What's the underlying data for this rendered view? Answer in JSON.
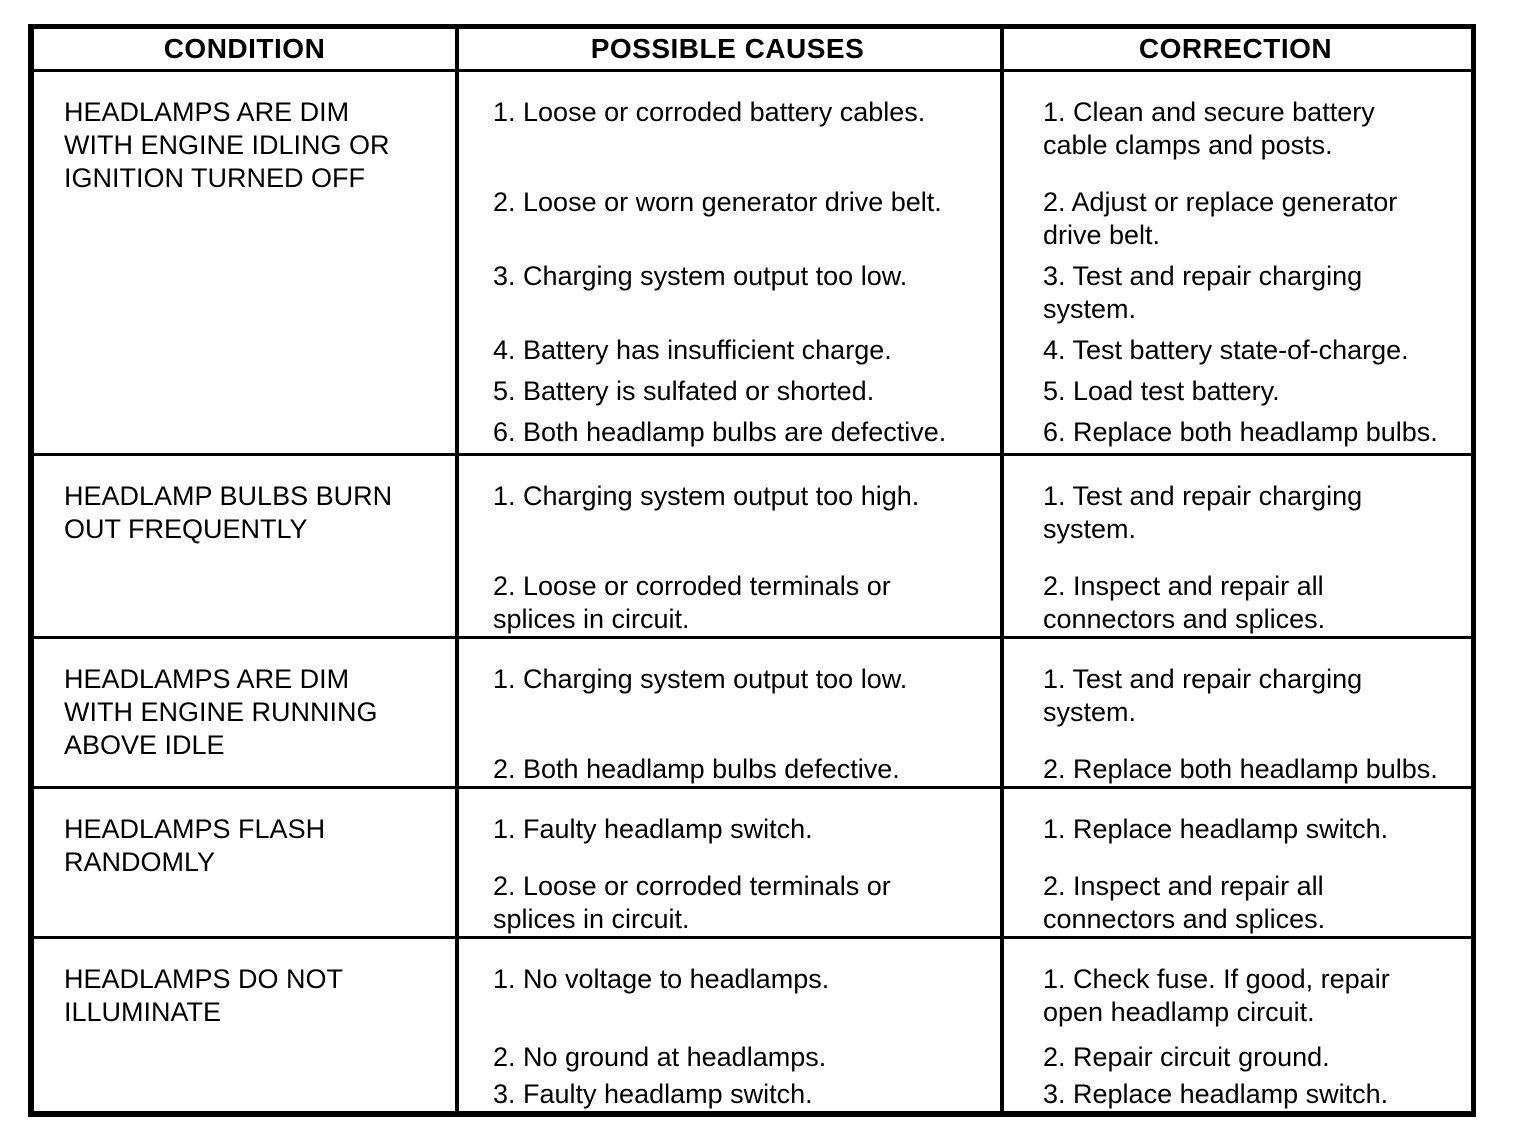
{
  "page": {
    "background": "#ffffff",
    "text_color": "#000000",
    "border_color": "#000000"
  },
  "table": {
    "headers": [
      "CONDITION",
      "POSSIBLE CAUSES",
      "CORRECTION"
    ],
    "rows": [
      {
        "condition_lines": [
          "HEADLAMPS ARE DIM",
          "WITH ENGINE IDLING OR",
          "IGNITION TURNED OFF"
        ],
        "items": [
          {
            "cause_lines": [
              "1. Loose or corroded battery cables."
            ],
            "correction_lines": [
              "1. Clean and secure battery",
              "cable clamps and posts."
            ]
          },
          {
            "cause_lines": [
              "2. Loose or worn generator drive belt."
            ],
            "correction_lines": [
              "2. Adjust or replace generator",
              "drive belt."
            ]
          },
          {
            "cause_lines": [
              "3. Charging system output too low."
            ],
            "correction_lines": [
              "3. Test and repair charging",
              "system."
            ]
          },
          {
            "cause_lines": [
              "4. Battery has insufficient charge."
            ],
            "correction_lines": [
              "4. Test battery state-of-charge."
            ]
          },
          {
            "cause_lines": [
              "5. Battery is sulfated or shorted."
            ],
            "correction_lines": [
              "5. Load test battery."
            ]
          },
          {
            "cause_lines": [
              "6. Both headlamp bulbs are defective."
            ],
            "correction_lines": [
              "6. Replace both headlamp bulbs."
            ]
          }
        ]
      },
      {
        "condition_lines": [
          "HEADLAMP BULBS BURN",
          "OUT FREQUENTLY"
        ],
        "items": [
          {
            "cause_lines": [
              "1. Charging system output too high."
            ],
            "correction_lines": [
              "1. Test and repair charging",
              "system."
            ]
          },
          {
            "cause_lines": [
              "2. Loose or corroded terminals or",
              "splices in circuit."
            ],
            "correction_lines": [
              "2. Inspect and repair all",
              "connectors and splices."
            ]
          }
        ]
      },
      {
        "condition_lines": [
          "HEADLAMPS ARE DIM",
          "WITH ENGINE RUNNING",
          "ABOVE IDLE"
        ],
        "items": [
          {
            "cause_lines": [
              "1. Charging system output too low."
            ],
            "correction_lines": [
              "1. Test and repair charging",
              "system."
            ]
          },
          {
            "cause_lines": [
              "2. Both headlamp bulbs defective."
            ],
            "correction_lines": [
              "2. Replace both headlamp bulbs."
            ]
          }
        ]
      },
      {
        "condition_lines": [
          "HEADLAMPS FLASH",
          "RANDOMLY"
        ],
        "items": [
          {
            "cause_lines": [
              "1. Faulty headlamp switch."
            ],
            "correction_lines": [
              "1. Replace headlamp switch."
            ]
          },
          {
            "cause_lines": [
              "2. Loose or corroded terminals or",
              "splices in circuit."
            ],
            "correction_lines": [
              "2. Inspect and repair all",
              "connectors and splices."
            ]
          }
        ]
      },
      {
        "condition_lines": [
          "HEADLAMPS DO NOT",
          "ILLUMINATE"
        ],
        "items": [
          {
            "cause_lines": [
              "1. No voltage to headlamps."
            ],
            "correction_lines": [
              "1. Check fuse. If good, repair",
              "open headlamp circuit."
            ]
          },
          {
            "cause_lines": [
              "2. No ground at headlamps."
            ],
            "correction_lines": [
              "2. Repair circuit ground."
            ]
          },
          {
            "cause_lines": [
              "3. Faulty headlamp switch."
            ],
            "correction_lines": [
              "3. Replace headlamp switch."
            ]
          }
        ]
      }
    ]
  }
}
